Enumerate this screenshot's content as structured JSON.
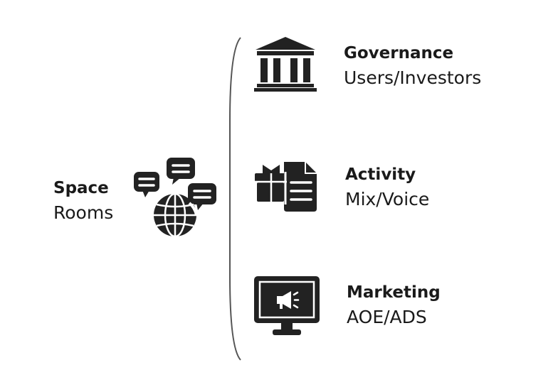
{
  "root": {
    "title": "Space",
    "subtitle": "Rooms",
    "icon": "globe-chat-icon"
  },
  "branches": [
    {
      "title": "Governance",
      "subtitle": "Users/Investors",
      "icon": "government-building-icon"
    },
    {
      "title": "Activity",
      "subtitle": "Mix/Voice",
      "icon": "gift-document-icon"
    },
    {
      "title": "Marketing",
      "subtitle": "AOE/ADS",
      "icon": "monitor-megaphone-icon"
    }
  ],
  "colors": {
    "icon": "#222222",
    "text": "#1a1a1a",
    "bracket": "#555555"
  }
}
